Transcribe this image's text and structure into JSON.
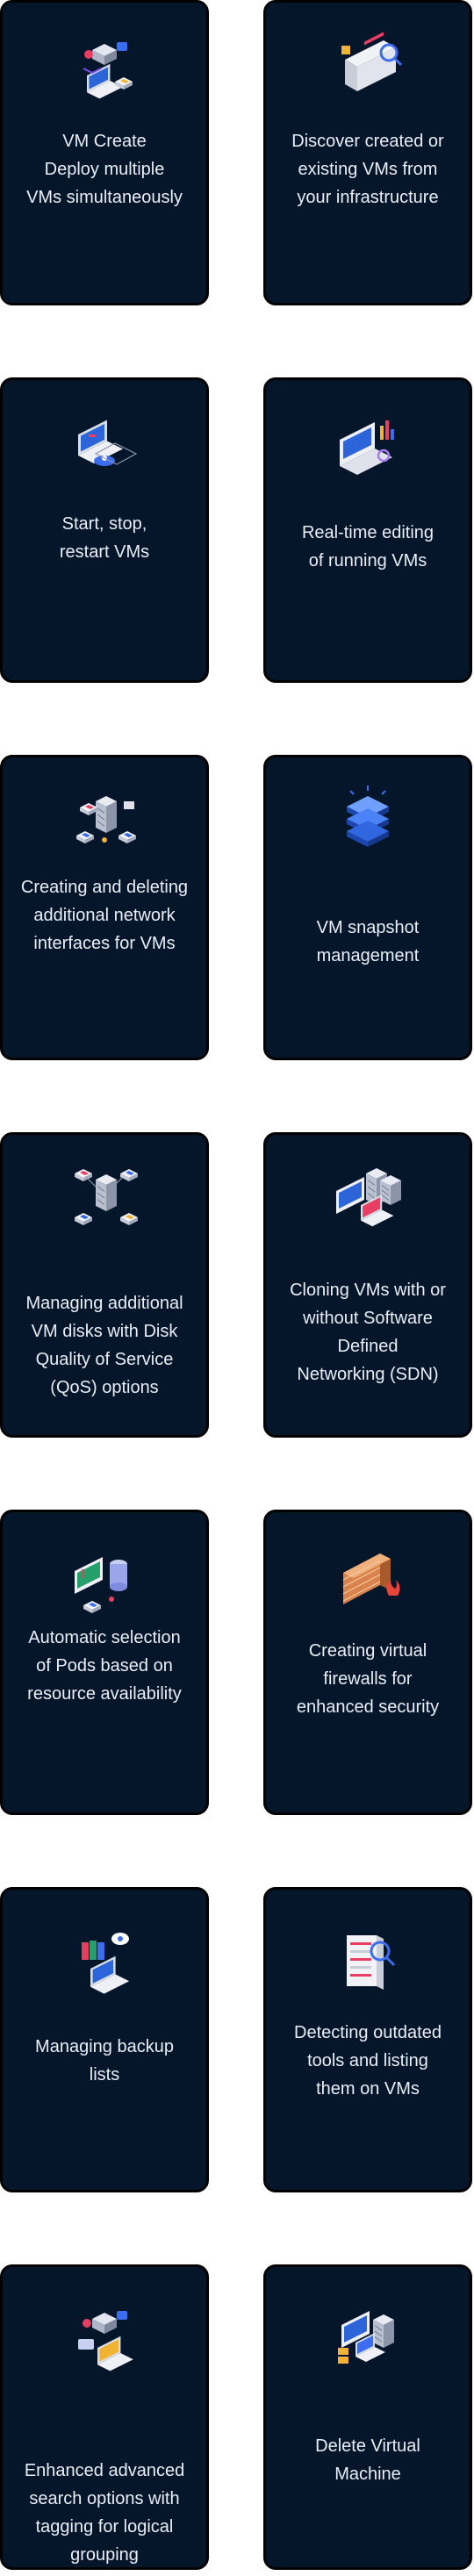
{
  "cards": [
    {
      "label": "VM Create\nDeploy multiple\nVMs simultaneously",
      "icon": "vm-create-icon"
    },
    {
      "label": "Discover created or\nexisting VMs from\nyour infrastructure",
      "icon": "discover-vms-icon"
    },
    {
      "label": "Start, stop,\nrestart VMs",
      "icon": "power-control-icon"
    },
    {
      "label": "Real-time editing\nof running VMs",
      "icon": "realtime-edit-icon"
    },
    {
      "label": "Creating and deleting\nadditional network\ninterfaces for VMs",
      "icon": "network-interfaces-icon"
    },
    {
      "label": "VM snapshot\nmanagement",
      "icon": "snapshot-stack-icon"
    },
    {
      "label": "Managing additional\nVM disks with Disk\nQuality of Service\n(QoS) options",
      "icon": "disk-qos-icon"
    },
    {
      "label": "Cloning VMs with or\nwithout Software\nDefined\nNetworking (SDN)",
      "icon": "clone-vm-icon"
    },
    {
      "label": "Automatic selection\nof Pods based on\nresource availability",
      "icon": "pod-selection-icon"
    },
    {
      "label": "Creating virtual\nfirewalls for\nenhanced security",
      "icon": "firewall-icon"
    },
    {
      "label": "Managing backup\nlists",
      "icon": "backup-list-icon"
    },
    {
      "label": "Detecting outdated\ntools and listing\nthem on VMs",
      "icon": "outdated-tools-icon"
    },
    {
      "label": "Enhanced advanced\nsearch options with\ntagging for logical\ngrouping",
      "icon": "advanced-search-icon"
    },
    {
      "label": "Delete Virtual\nMachine",
      "icon": "delete-vm-icon"
    }
  ]
}
